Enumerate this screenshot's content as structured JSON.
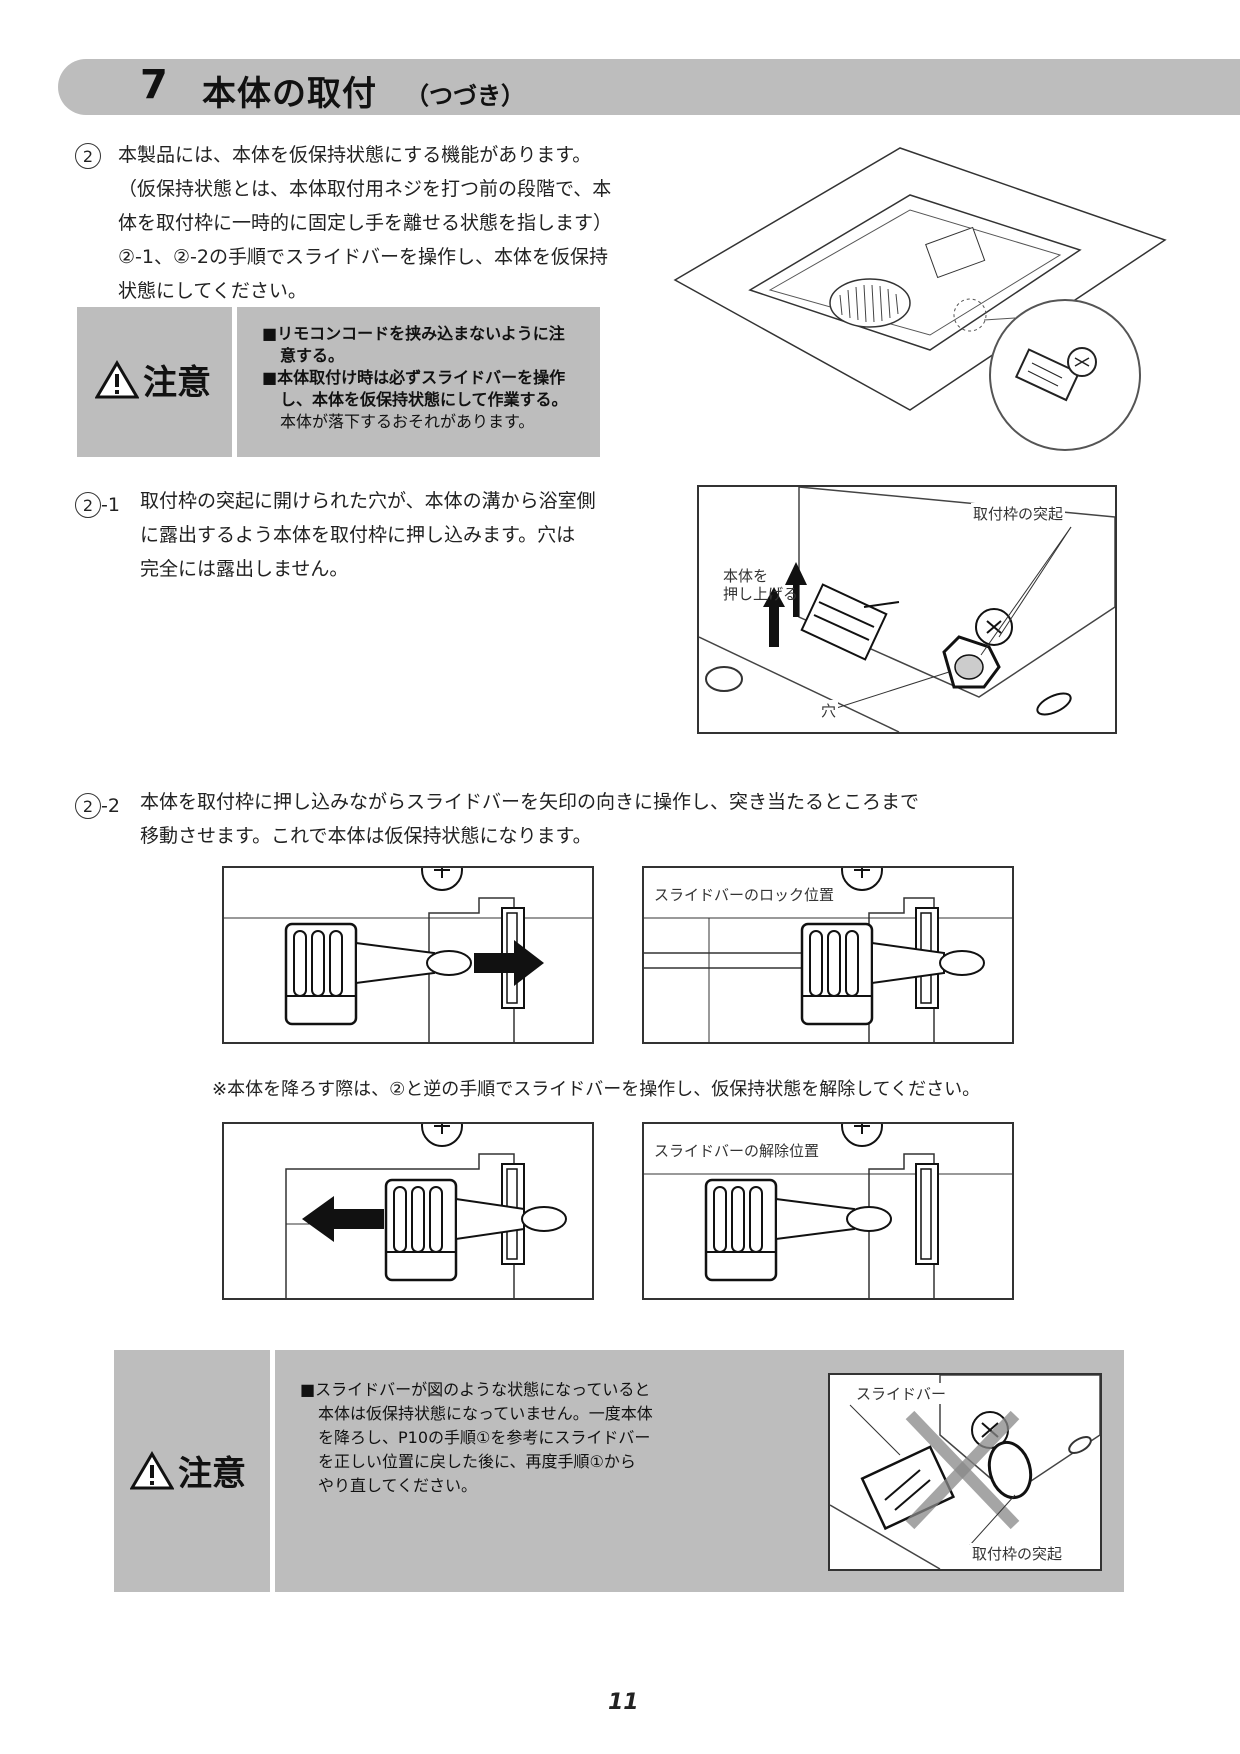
{
  "header": {
    "number": "7",
    "title": "本体の取付",
    "subtitle": "（つづき）"
  },
  "step2": {
    "marker": "2",
    "lines": [
      "本製品には、本体を仮保持状態にする機能があります。",
      "（仮保持状態とは、本体取付用ネジを打つ前の段階で、本",
      "体を取付枠に一時的に固定し手を離せる状態を指します）",
      "②-1、②-2の手順でスライドバーを操作し、本体を仮保持",
      "状態にしてください。"
    ]
  },
  "caution1": {
    "label": "注意",
    "items": [
      {
        "lines": [
          "■リモコンコードを挟み込まないように注",
          "意する。"
        ]
      },
      {
        "lines": [
          "■本体取付け時は必ずスライドバーを操作",
          "し、本体を仮保持状態にして作業する。"
        ]
      }
    ],
    "note": "本体が落下するおそれがあります。"
  },
  "step2_1": {
    "marker": "2",
    "suffix": "-1",
    "lines": [
      "取付枠の突起に開けられた穴が、本体の溝から浴室側",
      "に露出するよう本体を取付枠に押し込みます。穴は",
      "完全には露出しません。"
    ],
    "figure": {
      "label_protrusion": "取付枠の突起",
      "label_push_line1": "本体を",
      "label_push_line2": "押し上げる",
      "label_hole": "穴"
    }
  },
  "step2_2": {
    "marker": "2",
    "suffix": "-2",
    "lines": [
      "本体を取付枠に押し込みながらスライドバーを矢印の向きに操作し、突き当たるところまで",
      "移動させます。これで本体は仮保持状態になります。"
    ],
    "figure_lock_label": "スライドバーのロック位置",
    "figure_release_label": "スライドバーの解除位置"
  },
  "release_note": "※本体を降ろす際は、②と逆の手順でスライドバーを操作し、仮保持状態を解除してください。",
  "caution2": {
    "label": "注意",
    "lines": [
      "■スライドバーが図のような状態になっていると",
      "本体は仮保持状態になっていません。一度本体",
      "を降ろし、P10の手順①を参考にスライドバー",
      "を正しい位置に戻した後に、再度手順①から",
      "やり直してください。"
    ],
    "figure_label_slidebar": "スライドバー",
    "figure_label_protrusion": "取付枠の突起"
  },
  "page_number": "11"
}
